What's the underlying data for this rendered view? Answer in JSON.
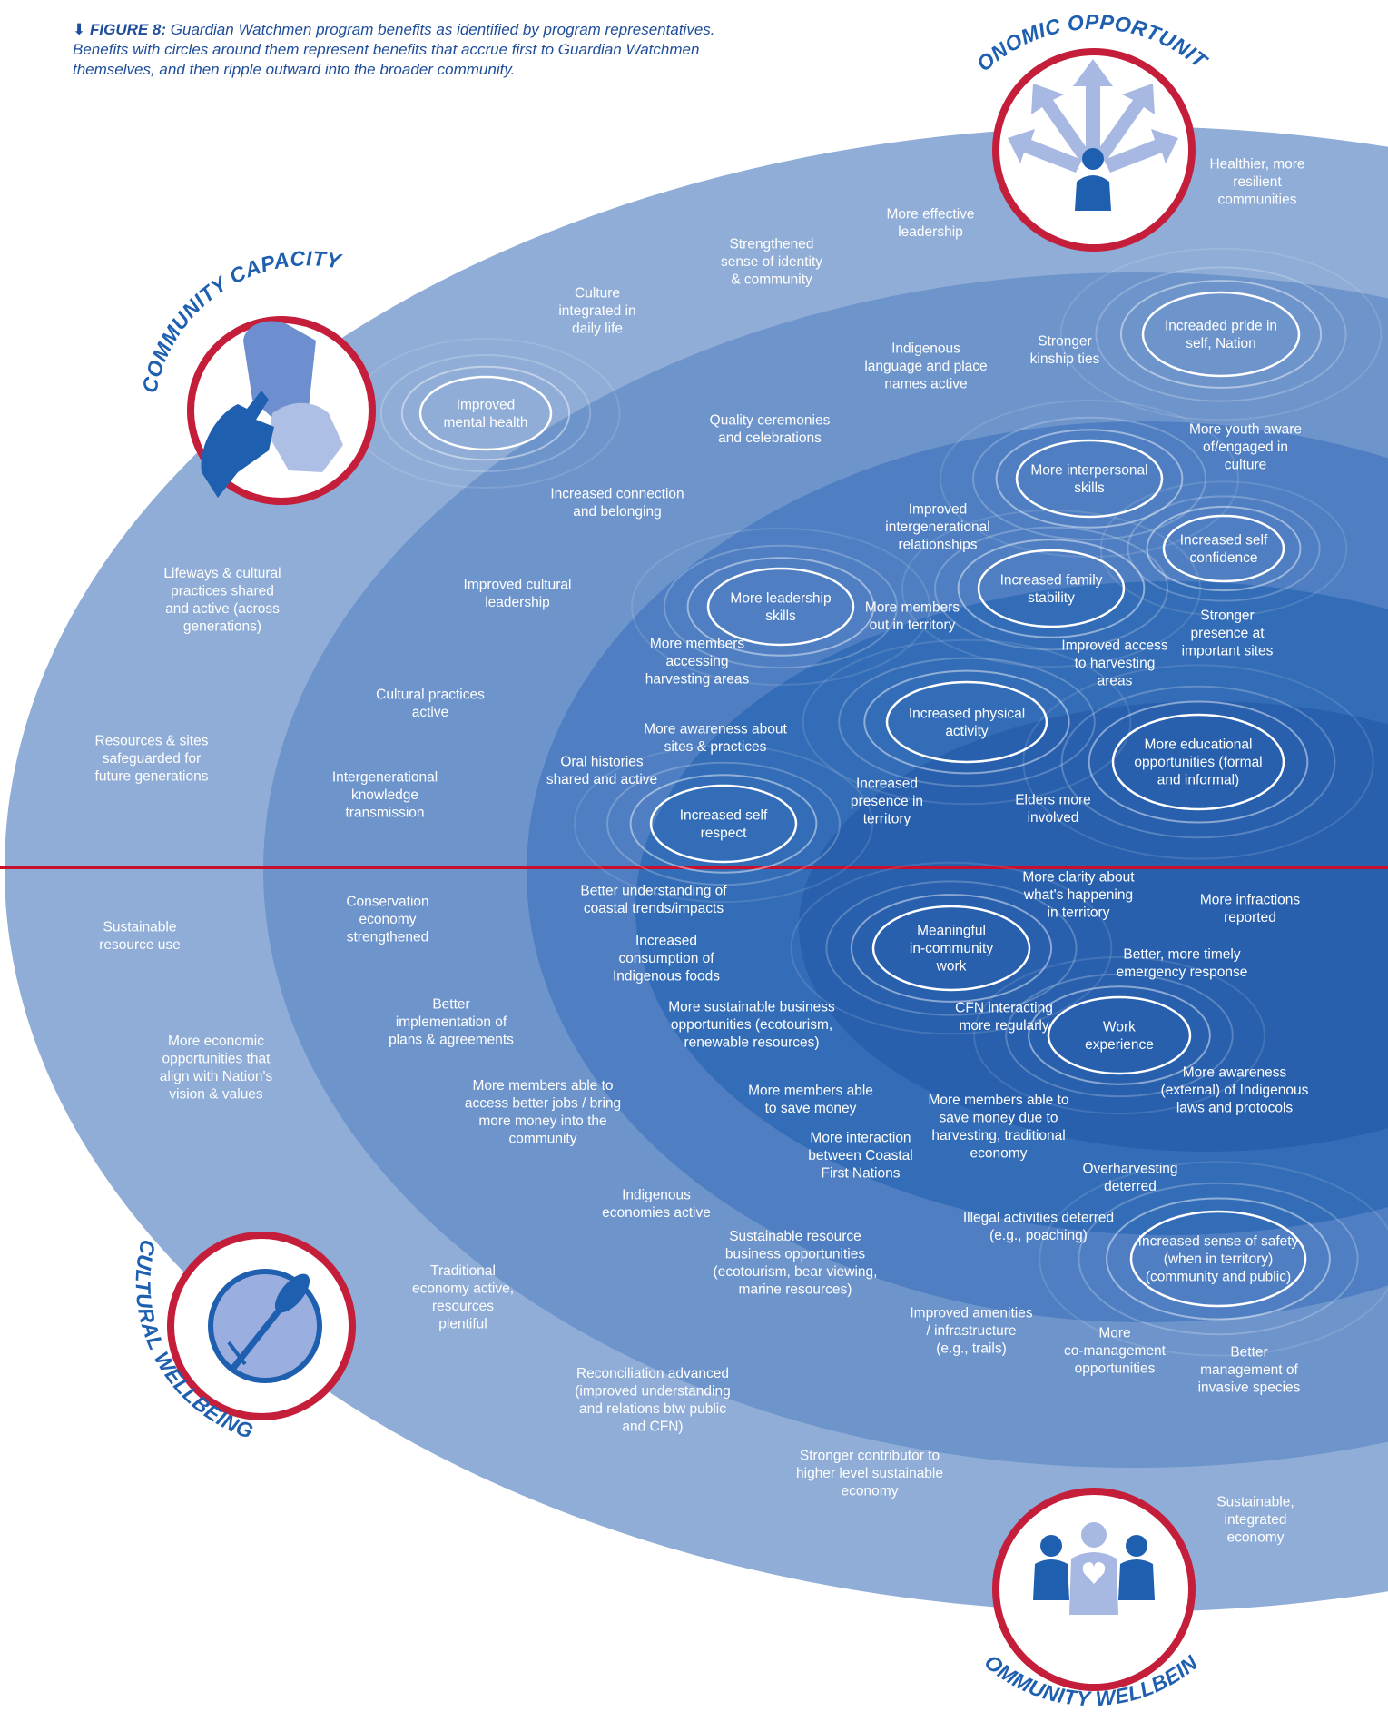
{
  "caption": {
    "figure": "FIGURE 8:",
    "text": "Guardian Watchmen program benefits as identified by program representatives. Benefits with circles around them represent benefits that accrue first to Guardian Watchmen themselves, and then ripple outward into the broader community."
  },
  "colors": {
    "band1": "#8fadd6",
    "band2": "#6d94cb",
    "band3": "#4f7fc2",
    "band4": "#346db7",
    "band5": "#2860ae",
    "divider": "#c8102e",
    "badge_ring": "#c41e3a",
    "badge_text": "#1f5fb0"
  },
  "badges": [
    {
      "id": "community-capacity",
      "title": "COMMUNITY CAPACITY",
      "icon": "hands-icon"
    },
    {
      "id": "economic-opportunities",
      "title": "ECONOMIC OPPORTUNITIES",
      "icon": "arrows-person-icon"
    },
    {
      "id": "cultural-wellbeing",
      "title": "CULTURAL WELLBEING",
      "icon": "drum-icon"
    },
    {
      "id": "community-wellbeing",
      "title": "COMMUNITY WELLBEING",
      "icon": "family-heart-icon"
    }
  ],
  "circled_benefits": [
    {
      "id": "improved-mental-health",
      "lines": [
        "Improved",
        "mental health"
      ]
    },
    {
      "id": "increased-pride",
      "lines": [
        "Increaded pride in",
        "self, Nation"
      ]
    },
    {
      "id": "more-interpersonal-skills",
      "lines": [
        "More interpersonal",
        "skills"
      ]
    },
    {
      "id": "increased-self-confidence",
      "lines": [
        "Increased self",
        "confidence"
      ]
    },
    {
      "id": "increased-family-stability",
      "lines": [
        "Increased family",
        "stability"
      ]
    },
    {
      "id": "more-leadership-skills",
      "lines": [
        "More leadership",
        "skills"
      ]
    },
    {
      "id": "increased-physical-activity",
      "lines": [
        "Increased physical",
        "activity"
      ]
    },
    {
      "id": "more-educational-opportunities",
      "lines": [
        "More educational",
        "opportunities (formal",
        "and informal)"
      ]
    },
    {
      "id": "increased-self-respect",
      "lines": [
        "Increased self",
        "respect"
      ]
    },
    {
      "id": "meaningful-work",
      "lines": [
        "Meaningful",
        "in-community",
        "work"
      ]
    },
    {
      "id": "work-experience",
      "lines": [
        "Work",
        "experience"
      ]
    },
    {
      "id": "increased-sense-of-safety",
      "lines": [
        "Increased sense of safety",
        "(when in territory)",
        "(community and public)"
      ]
    }
  ],
  "benefits": [
    {
      "id": "healthier-communities",
      "lines": [
        "Healthier, more",
        "resilient",
        "communities"
      ]
    },
    {
      "id": "effective-leadership",
      "lines": [
        "More effective",
        "leadership"
      ]
    },
    {
      "id": "strengthened-identity",
      "lines": [
        "Strengthened",
        "sense of identity",
        "& community"
      ]
    },
    {
      "id": "culture-integrated",
      "lines": [
        "Culture",
        "integrated in",
        "daily life"
      ]
    },
    {
      "id": "stronger-kinship",
      "lines": [
        "Stronger",
        "kinship ties"
      ]
    },
    {
      "id": "indigenous-language",
      "lines": [
        "Indigenous",
        "language and place",
        "names active"
      ]
    },
    {
      "id": "quality-ceremonies",
      "lines": [
        "Quality ceremonies",
        "and celebrations"
      ]
    },
    {
      "id": "youth-aware",
      "lines": [
        "More youth aware",
        "of/engaged in",
        "culture"
      ]
    },
    {
      "id": "increased-connection",
      "lines": [
        "Increased connection",
        "and belonging"
      ]
    },
    {
      "id": "intergenerational-relationships",
      "lines": [
        "Improved",
        "intergenerational",
        "relationships"
      ]
    },
    {
      "id": "lifeways",
      "lines": [
        "Lifeways & cultural",
        "practices shared",
        "and active (across",
        "generations)"
      ]
    },
    {
      "id": "cultural-leadership",
      "lines": [
        "Improved cultural",
        "leadership"
      ]
    },
    {
      "id": "members-out-in-territory",
      "lines": [
        "More members",
        "out in territory"
      ]
    },
    {
      "id": "stronger-presence",
      "lines": [
        "Stronger",
        "presence at",
        "important sites"
      ]
    },
    {
      "id": "members-accessing",
      "lines": [
        "More members",
        "accessing",
        "harvesting areas"
      ]
    },
    {
      "id": "improved-access",
      "lines": [
        "Improved access",
        "to harvesting",
        "areas"
      ]
    },
    {
      "id": "cultural-practices-active",
      "lines": [
        "Cultural practices",
        "active"
      ]
    },
    {
      "id": "awareness-sites",
      "lines": [
        "More awareness about",
        "sites & practices"
      ]
    },
    {
      "id": "resources-sites",
      "lines": [
        "Resources & sites",
        "safeguarded for",
        "future generations"
      ]
    },
    {
      "id": "oral-histories",
      "lines": [
        "Oral histories",
        "shared and active"
      ]
    },
    {
      "id": "intergenerational-knowledge",
      "lines": [
        "Intergenerational",
        "knowledge",
        "transmission"
      ]
    },
    {
      "id": "increased-presence",
      "lines": [
        "Increased",
        "presence in",
        "territory"
      ]
    },
    {
      "id": "elders-involved",
      "lines": [
        "Elders more",
        "involved"
      ]
    },
    {
      "id": "sustainable-resource-use",
      "lines": [
        "Sustainable",
        "resource use"
      ]
    },
    {
      "id": "conservation-economy",
      "lines": [
        "Conservation",
        "economy",
        "strengthened"
      ]
    },
    {
      "id": "coastal-trends",
      "lines": [
        "Better understanding of",
        "coastal trends/impacts"
      ]
    },
    {
      "id": "clarity-territory",
      "lines": [
        "More clarity about",
        "what's happening",
        "in territory"
      ]
    },
    {
      "id": "infractions-reported",
      "lines": [
        "More infractions",
        "reported"
      ]
    },
    {
      "id": "indigenous-foods",
      "lines": [
        "Increased",
        "consumption of",
        "Indigenous foods"
      ]
    },
    {
      "id": "emergency-response",
      "lines": [
        "Better, more timely",
        "emergency response"
      ]
    },
    {
      "id": "better-implementation",
      "lines": [
        "Better",
        "implementation of",
        "plans & agreements"
      ]
    },
    {
      "id": "sustainable-business",
      "lines": [
        "More sustainable business",
        "opportunities (ecotourism,",
        "renewable resources)"
      ]
    },
    {
      "id": "cfn-interacting",
      "lines": [
        "CFN interacting",
        "more regularly"
      ]
    },
    {
      "id": "economic-opportunities-nation",
      "lines": [
        "More economic",
        "opportunities that",
        "align with Nation's",
        "vision & values"
      ]
    },
    {
      "id": "save-money",
      "lines": [
        "More members able",
        "to save money"
      ]
    },
    {
      "id": "awareness-laws",
      "lines": [
        "More awareness",
        "(external) of Indigenous",
        "laws and protocols"
      ]
    },
    {
      "id": "better-jobs",
      "lines": [
        "More members able to",
        "access better jobs / bring",
        "more money into the",
        "community"
      ]
    },
    {
      "id": "save-money-harvesting",
      "lines": [
        "More members able to",
        "save money due to",
        "harvesting, traditional",
        "economy"
      ]
    },
    {
      "id": "coastal-first-nations",
      "lines": [
        "More interaction",
        "between Coastal",
        "First Nations"
      ]
    },
    {
      "id": "overharvesting",
      "lines": [
        "Overharvesting",
        "deterred"
      ]
    },
    {
      "id": "indigenous-economies",
      "lines": [
        "Indigenous",
        "economies active"
      ]
    },
    {
      "id": "illegal-activities",
      "lines": [
        "Illegal activities deterred",
        "(e.g., poaching)"
      ]
    },
    {
      "id": "traditional-economy",
      "lines": [
        "Traditional",
        "economy active,",
        "resources",
        "plentiful"
      ]
    },
    {
      "id": "resource-business",
      "lines": [
        "Sustainable resource",
        "business opportunities",
        "(ecotourism, bear viewing,",
        "marine resources)"
      ]
    },
    {
      "id": "improved-amenities",
      "lines": [
        "Improved amenities",
        "/ infrastructure",
        "(e.g., trails)"
      ]
    },
    {
      "id": "co-management",
      "lines": [
        "More",
        "co-management",
        "opportunities"
      ]
    },
    {
      "id": "invasive-species",
      "lines": [
        "Better",
        "management of",
        "invasive species"
      ]
    },
    {
      "id": "reconciliation",
      "lines": [
        "Reconciliation advanced",
        "(improved understanding",
        "and relations btw public",
        "and CFN)"
      ]
    },
    {
      "id": "stronger-contributor",
      "lines": [
        "Stronger contributor to",
        "higher level sustainable",
        "economy"
      ]
    },
    {
      "id": "integrated-economy",
      "lines": [
        "Sustainable,",
        "integrated",
        "economy"
      ]
    }
  ]
}
